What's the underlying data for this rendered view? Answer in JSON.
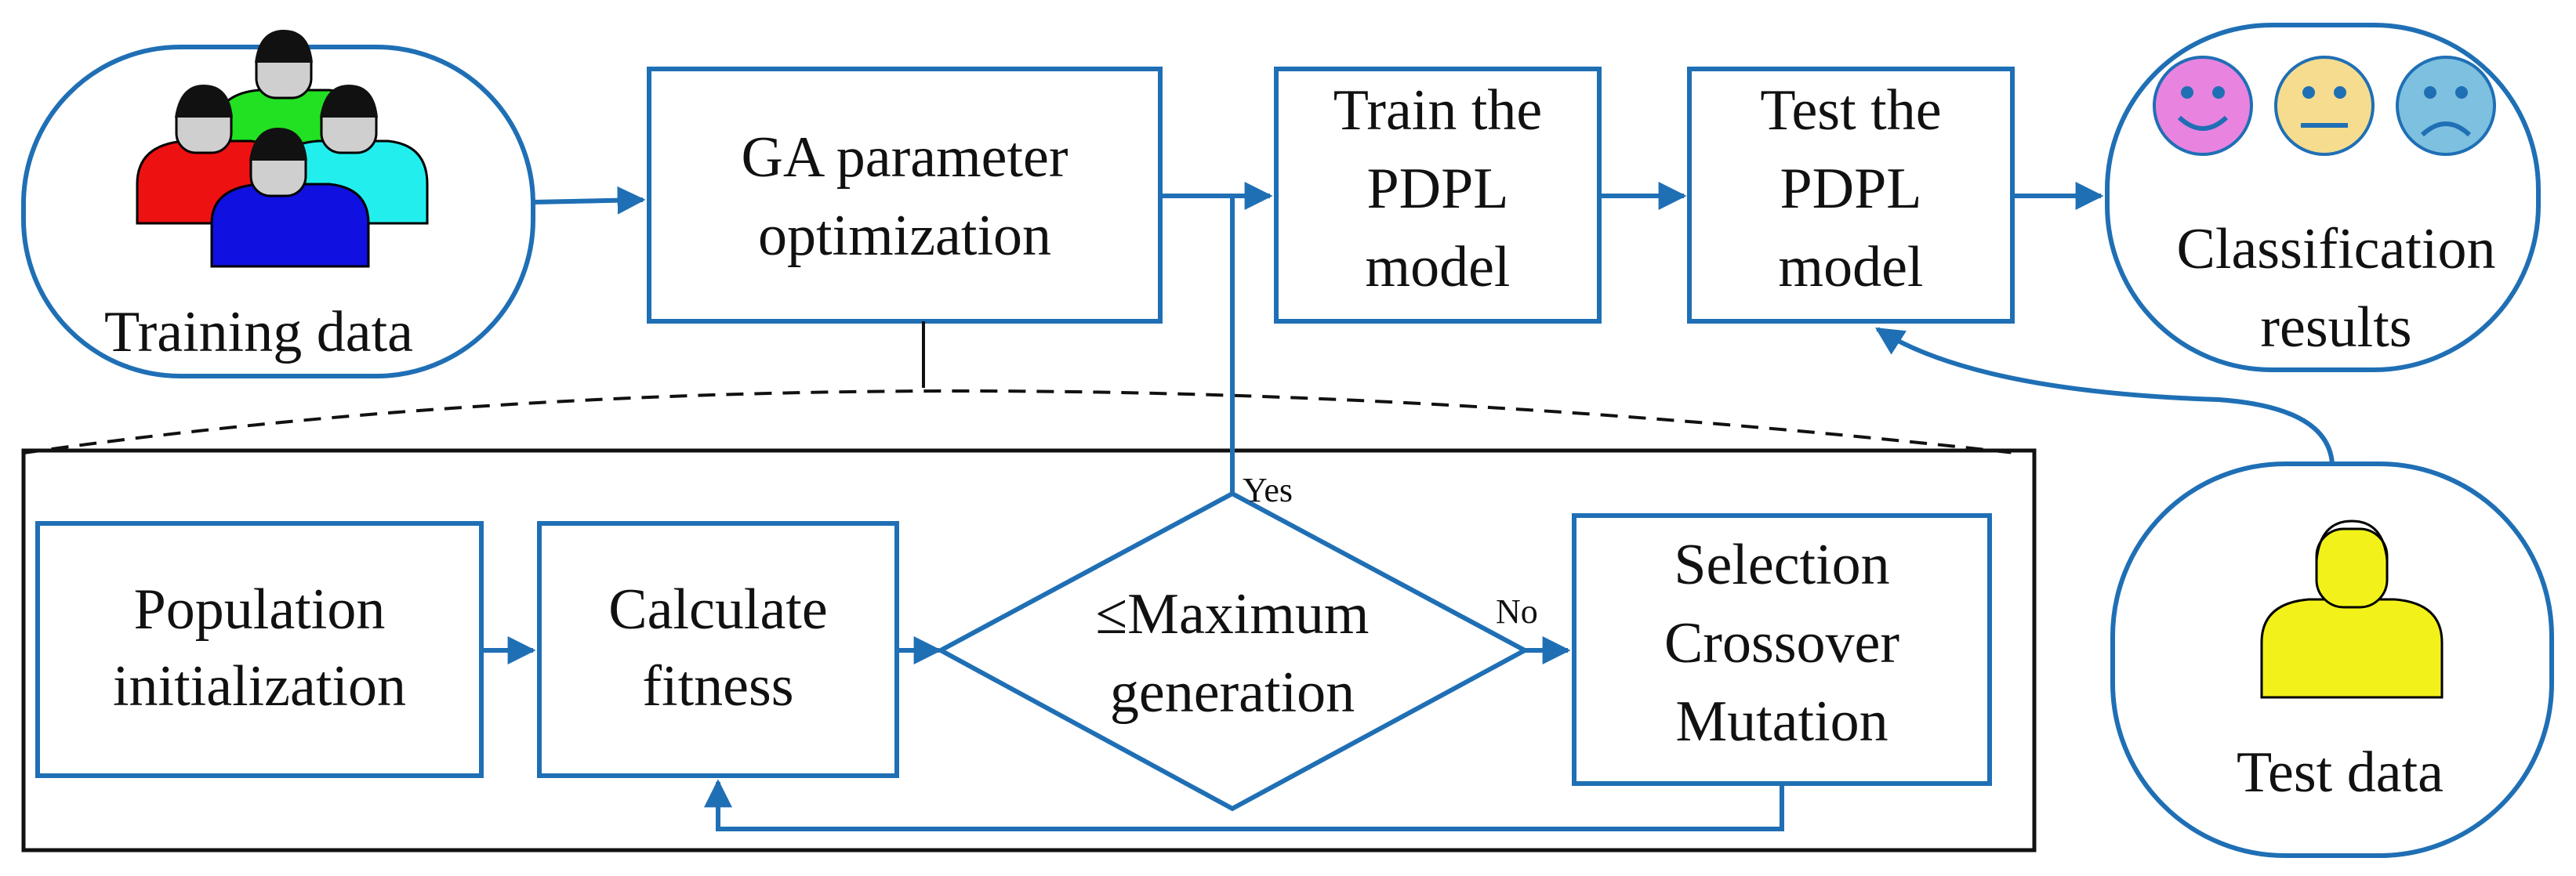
{
  "colors": {
    "box_stroke": "#1f6fb5",
    "arrow": "#1f6fb5",
    "frame": "#111111",
    "person_green": "#22e022",
    "person_red": "#ee1111",
    "person_blue": "#1010e0",
    "person_cyan": "#22eeee",
    "person_yellow": "#f2f21a",
    "face_pink": "#e883e0",
    "face_yellow": "#f5dc8e",
    "face_blue": "#7dc0df"
  },
  "nodes": {
    "training_data": "Training data",
    "ga_line1": "GA parameter",
    "ga_line2": "optimization",
    "train_line1": "Train the",
    "train_line2": "PDPL",
    "train_line3": "model",
    "test_line1": "Test the",
    "test_line2": "PDPL",
    "test_line3": "model",
    "results_line1": "Classification",
    "results_line2": "results",
    "test_data": "Test data",
    "pop_line1": "Population",
    "pop_line2": "initialization",
    "fit_line1": "Calculate",
    "fit_line2": "fitness",
    "dec_line1": "≤Maximum",
    "dec_line2": "generation",
    "sel_line1": "Selection",
    "sel_line2": "Crossover",
    "sel_line3": "Mutation"
  },
  "edge_labels": {
    "yes": "Yes",
    "no": "No"
  },
  "icons": {
    "training_people": "group-of-people-icon",
    "test_person": "person-icon",
    "faces": [
      "happy-face-icon",
      "neutral-face-icon",
      "sad-face-icon"
    ]
  }
}
